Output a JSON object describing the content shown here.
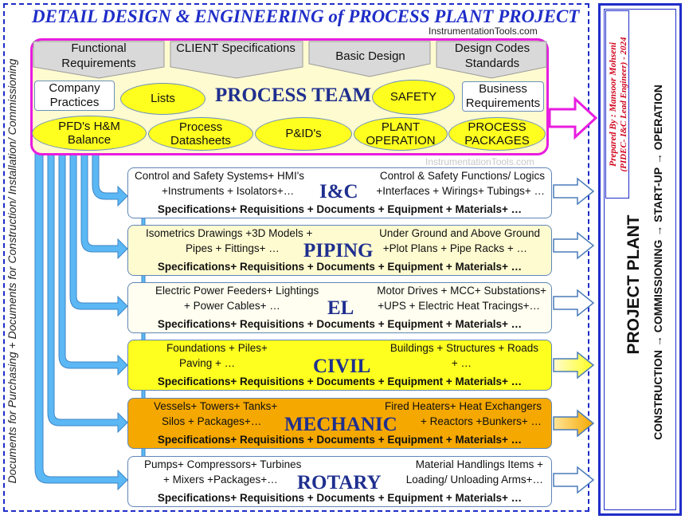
{
  "title": "DETAIL DESIGN & ENGINEERING of PROCESS PLANT PROJECT",
  "watermark": "InstrumentationTools.com",
  "left_vertical_label": "Documents for Purchasing + Documents for Construction/ Installation/ Commissioning",
  "inputs": [
    "Functional Requirements",
    "CLIENT Specifications",
    "Basic Design",
    "Design Codes Standards"
  ],
  "process_team": {
    "title": "PROCESS TEAM",
    "company_practices": "Company Practices",
    "lists": "Lists",
    "safety": "SAFETY",
    "business_requirements": "Business Requirements",
    "pfd": "PFD's H&M Balance",
    "process_datasheets": "Process Datasheets",
    "pid": "P&ID's",
    "plant_operation": "PLANT OPERATION",
    "process_packages": "PROCESS PACKAGES"
  },
  "spec_line": "Specifications+ Requisitions + Documents + Equipment + Materials+ …",
  "disciplines": [
    {
      "name": "I&C",
      "left1": "Control and Safety Systems+ HMI's",
      "left2": "+Instruments + Isolators+…",
      "right1": "Control & Safety Functions/ Logics",
      "right2": "+Interfaces + Wirings+ Tubings+ …"
    },
    {
      "name": "PIPING",
      "left1": "Isometrics Drawings +3D Models +",
      "left2": "Pipes + Fittings+ …",
      "right1": "Under Ground and Above Ground",
      "right2": "+Plot Plans + Pipe Racks + …"
    },
    {
      "name": "EL",
      "left1": "Electric Power Feeders+ Lightings",
      "left2": "+ Power Cables+ …",
      "right1": "Motor Drives + MCC+ Substations+",
      "right2": "+UPS + Electric Heat Tracings+…"
    },
    {
      "name": "CIVIL",
      "left1": "Foundations + Piles+",
      "left2": "Paving + …",
      "right1": "Buildings + Structures + Roads",
      "right2": "+ …"
    },
    {
      "name": "MECHANIC",
      "left1": "Vessels+ Towers+ Tanks+",
      "left2": "Silos + Packages+…",
      "right1": "Fired Heaters+ Heat Exchangers",
      "right2": "+ Reactors +Bunkers+ …"
    },
    {
      "name": "ROTARY",
      "left1": "Pumps+ Compressors+ Turbines",
      "left2": "+ Mixers +Packages+…",
      "right1": "Material Handlings Items +",
      "right2": "Loading/ Unloading Arms+…"
    }
  ],
  "right_panel": {
    "prepared_by": "Prepared By : Mansoor Mohseni",
    "prepared_role": "(PIDEC- I&C Lead Engineer) - 2024",
    "project_plant": "PROJECT PLANT",
    "phases": "CONSTRUCTION → COMMISSIONING → START-UP → OPERATION"
  },
  "colors": {
    "accent_blue": "#1f2dc8",
    "process_border": "#e81ce0",
    "arrow_blue": "#5bb8f5",
    "yellow": "#ffff1f",
    "orange": "#f5a800",
    "cream": "#fffbd0"
  }
}
